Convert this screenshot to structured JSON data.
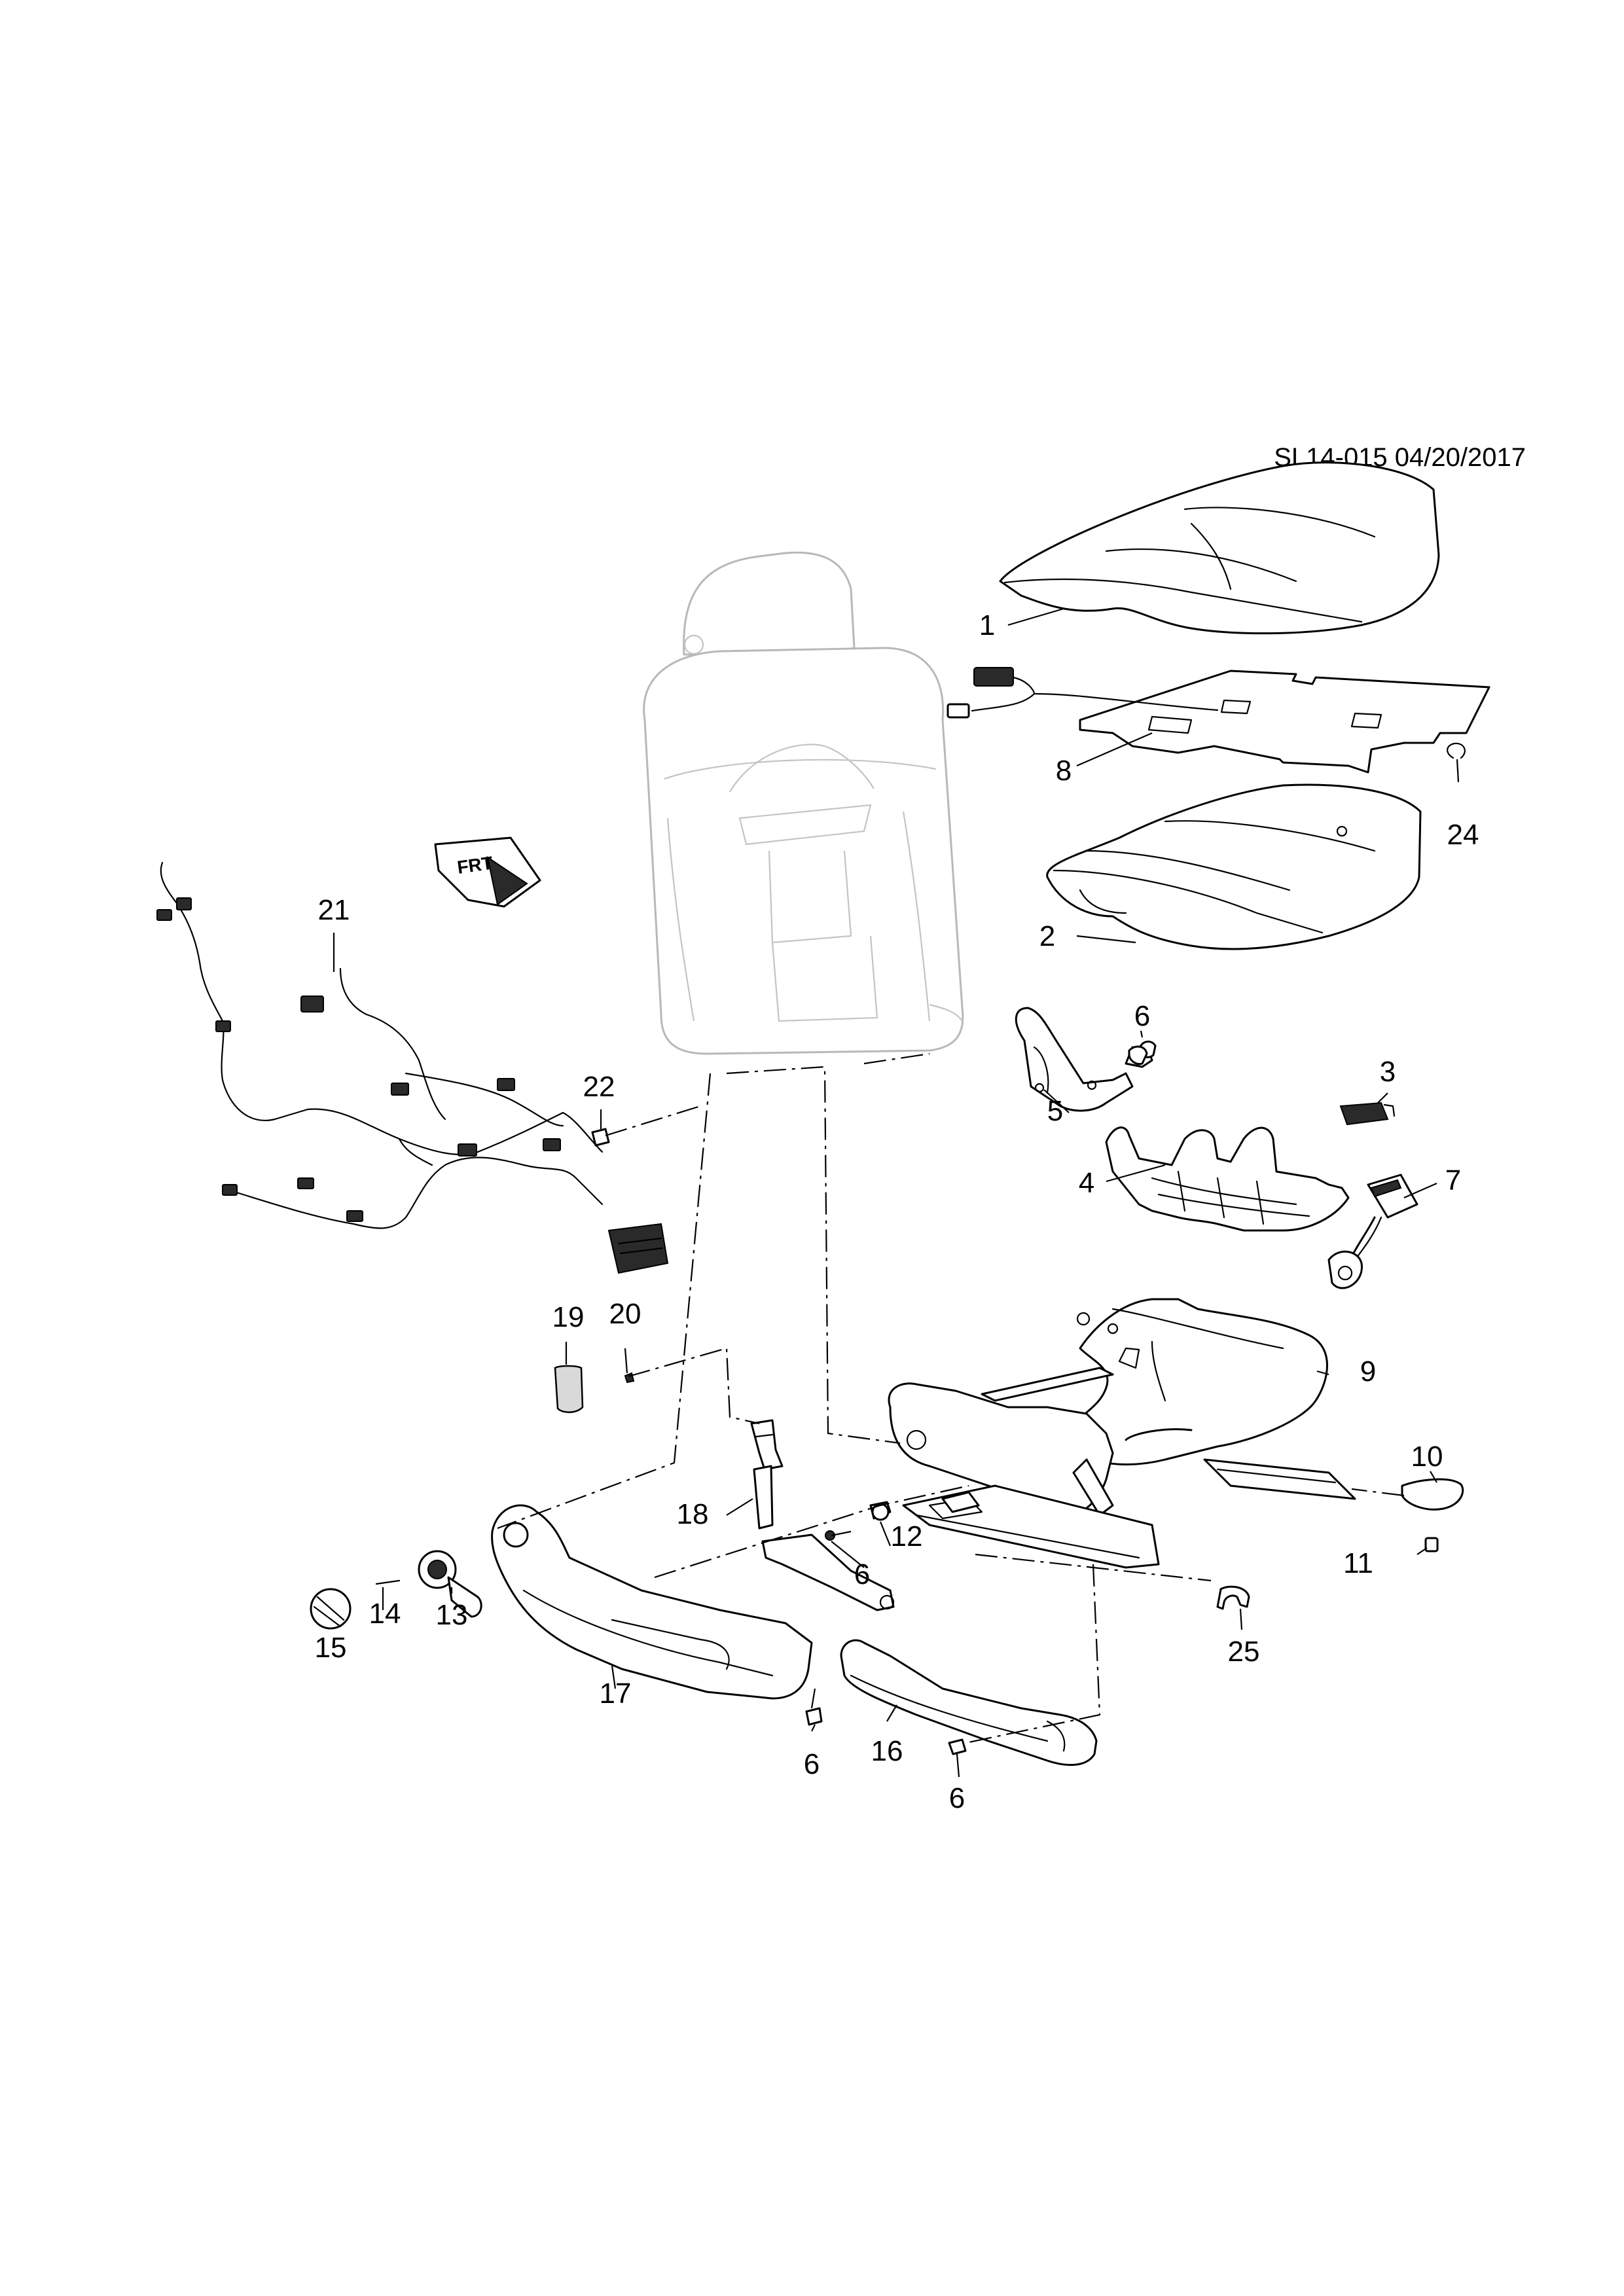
{
  "document": {
    "reference_code": "SL14-015 04/20/2017"
  },
  "direction_marker": {
    "text": "FRT"
  },
  "callouts": {
    "c1": "1",
    "c2": "2",
    "c3": "3",
    "c4": "4",
    "c5": "5",
    "c6a": "6",
    "c6b": "6",
    "c6c": "6",
    "c6d": "6",
    "c7": "7",
    "c8": "8",
    "c9": "9",
    "c10": "10",
    "c11": "11",
    "c12": "12",
    "c13": "13",
    "c14": "14",
    "c15": "15",
    "c16": "16",
    "c17": "17",
    "c18": "18",
    "c19": "19",
    "c20": "20",
    "c21": "21",
    "c22": "22",
    "c24": "24",
    "c25": "25"
  }
}
